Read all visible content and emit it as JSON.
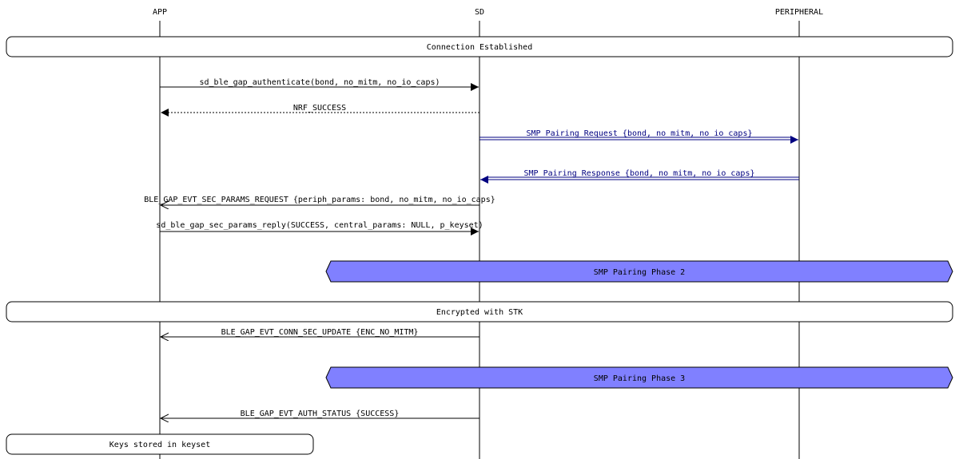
{
  "participants": {
    "app": "APP",
    "sd": "SD",
    "peripheral": "PERIPHERAL"
  },
  "boxes": {
    "connection": "Connection Established",
    "encrypted": "Encrypted with STK",
    "keys": "Keys stored in keyset"
  },
  "phases": {
    "phase2": "SMP Pairing Phase 2",
    "phase3": "SMP Pairing Phase 3"
  },
  "messages": {
    "authenticate": "sd_ble_gap_authenticate(bond, no_mitm, no_io_caps)",
    "nrf_success": "NRF_SUCCESS",
    "smp_request": "SMP Pairing Request {bond, no mitm, no_io_caps}",
    "smp_response": "SMP Pairing Response {bond, no mitm, no_io_caps}",
    "sec_params_request": "BLE_GAP_EVT_SEC_PARAMS_REQUEST {periph_params: bond, no_mitm, no_io_caps}",
    "sec_params_reply": "sd_ble_gap_sec_params_reply(SUCCESS, central_params: NULL, p_keyset)",
    "conn_sec_update": "BLE_GAP_EVT_CONN_SEC_UPDATE {ENC_NO_MITM}",
    "auth_status": "BLE_GAP_EVT_AUTH_STATUS {SUCCESS}"
  },
  "colors": {
    "phase_fill": "#8080ff",
    "smp_arrow": "#000080",
    "line": "#000000"
  }
}
